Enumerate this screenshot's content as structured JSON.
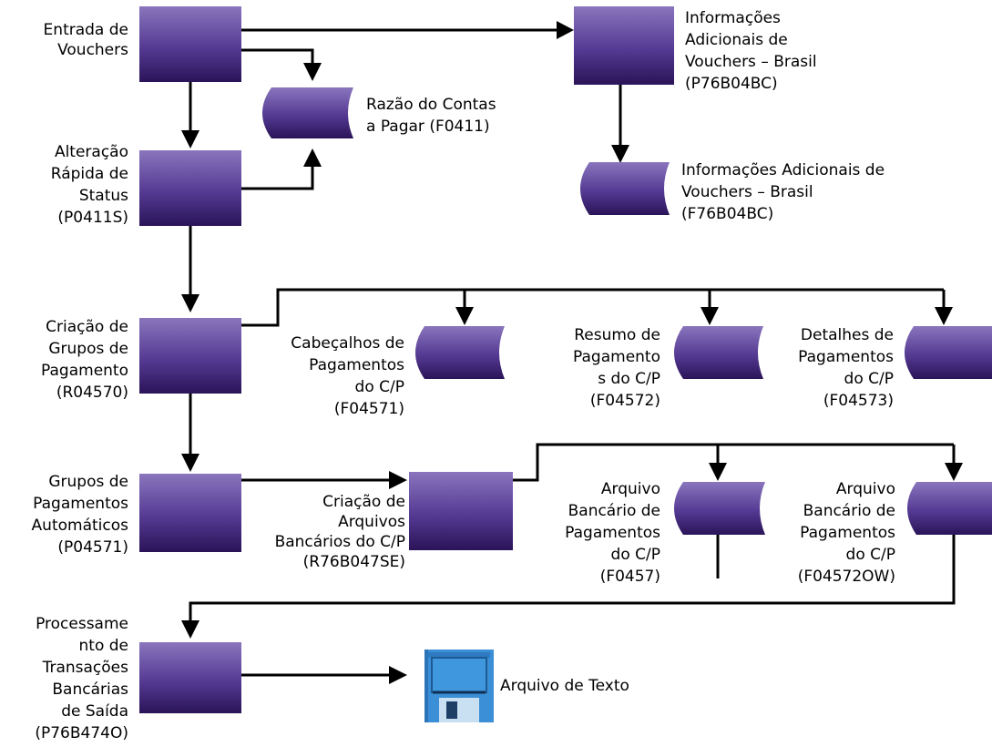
{
  "processes": [
    {
      "id": "entrada",
      "label": [
        "Entrada de",
        "Vouchers"
      ]
    },
    {
      "id": "alteracao",
      "label": [
        "Alteração",
        "Rápida de",
        "Status",
        "(P0411S)"
      ]
    },
    {
      "id": "criacao-grupos",
      "label": [
        "Criação de",
        "Grupos de",
        "Pagamento",
        "(R04570)"
      ]
    },
    {
      "id": "grupos-auto",
      "label": [
        "Grupos de",
        "Pagamentos",
        "Automáticos",
        "(P04571)"
      ]
    },
    {
      "id": "processamento",
      "label": [
        "Processame",
        "nto de",
        "Transações",
        "Bancárias",
        "de Saída",
        "(P76B474O)"
      ]
    },
    {
      "id": "info-adicionais",
      "label": [
        "Informações",
        "Adicionais de",
        "Vouchers – Brasil",
        "(P76B04BC)"
      ]
    },
    {
      "id": "criacao-arquivos",
      "label": [
        "Criação de",
        "Arquivos",
        "Bancários do C/P",
        "(R76B047SE)"
      ]
    }
  ],
  "tables": [
    {
      "id": "razao",
      "label": [
        "Razão do Contas",
        "a Pagar (F0411)"
      ]
    },
    {
      "id": "info-tabela",
      "label": [
        "Informações Adicionais de",
        "Vouchers – Brasil",
        "(F76B04BC)"
      ]
    },
    {
      "id": "cabecalhos",
      "label": [
        "Cabeçalhos de",
        "Pagamentos",
        "do C/P",
        "(F04571)"
      ]
    },
    {
      "id": "resumo",
      "label": [
        "Resumo de",
        "Pagamento",
        "s do C/P",
        "(F04572)"
      ]
    },
    {
      "id": "detalhes",
      "label": [
        "Detalhes de",
        "Pagamentos",
        "do C/P",
        "(F04573)"
      ]
    },
    {
      "id": "arquivo-f0457",
      "label": [
        "Arquivo",
        "Bancário de",
        "Pagamentos",
        "do C/P",
        "(F0457)"
      ]
    },
    {
      "id": "arquivo-f04572ow",
      "label": [
        "Arquivo",
        "Bancário de",
        "Pagamentos",
        "do C/P",
        "(F04572OW)"
      ]
    }
  ],
  "output_file": {
    "id": "arquivo-texto",
    "icon": "floppy-disk-icon",
    "label": [
      "Arquivo de Texto"
    ]
  },
  "colors": {
    "box_top": "#8a75bd",
    "box_bottom": "#2a1458",
    "floppy": "#3b8fd6",
    "line": "#000000"
  }
}
